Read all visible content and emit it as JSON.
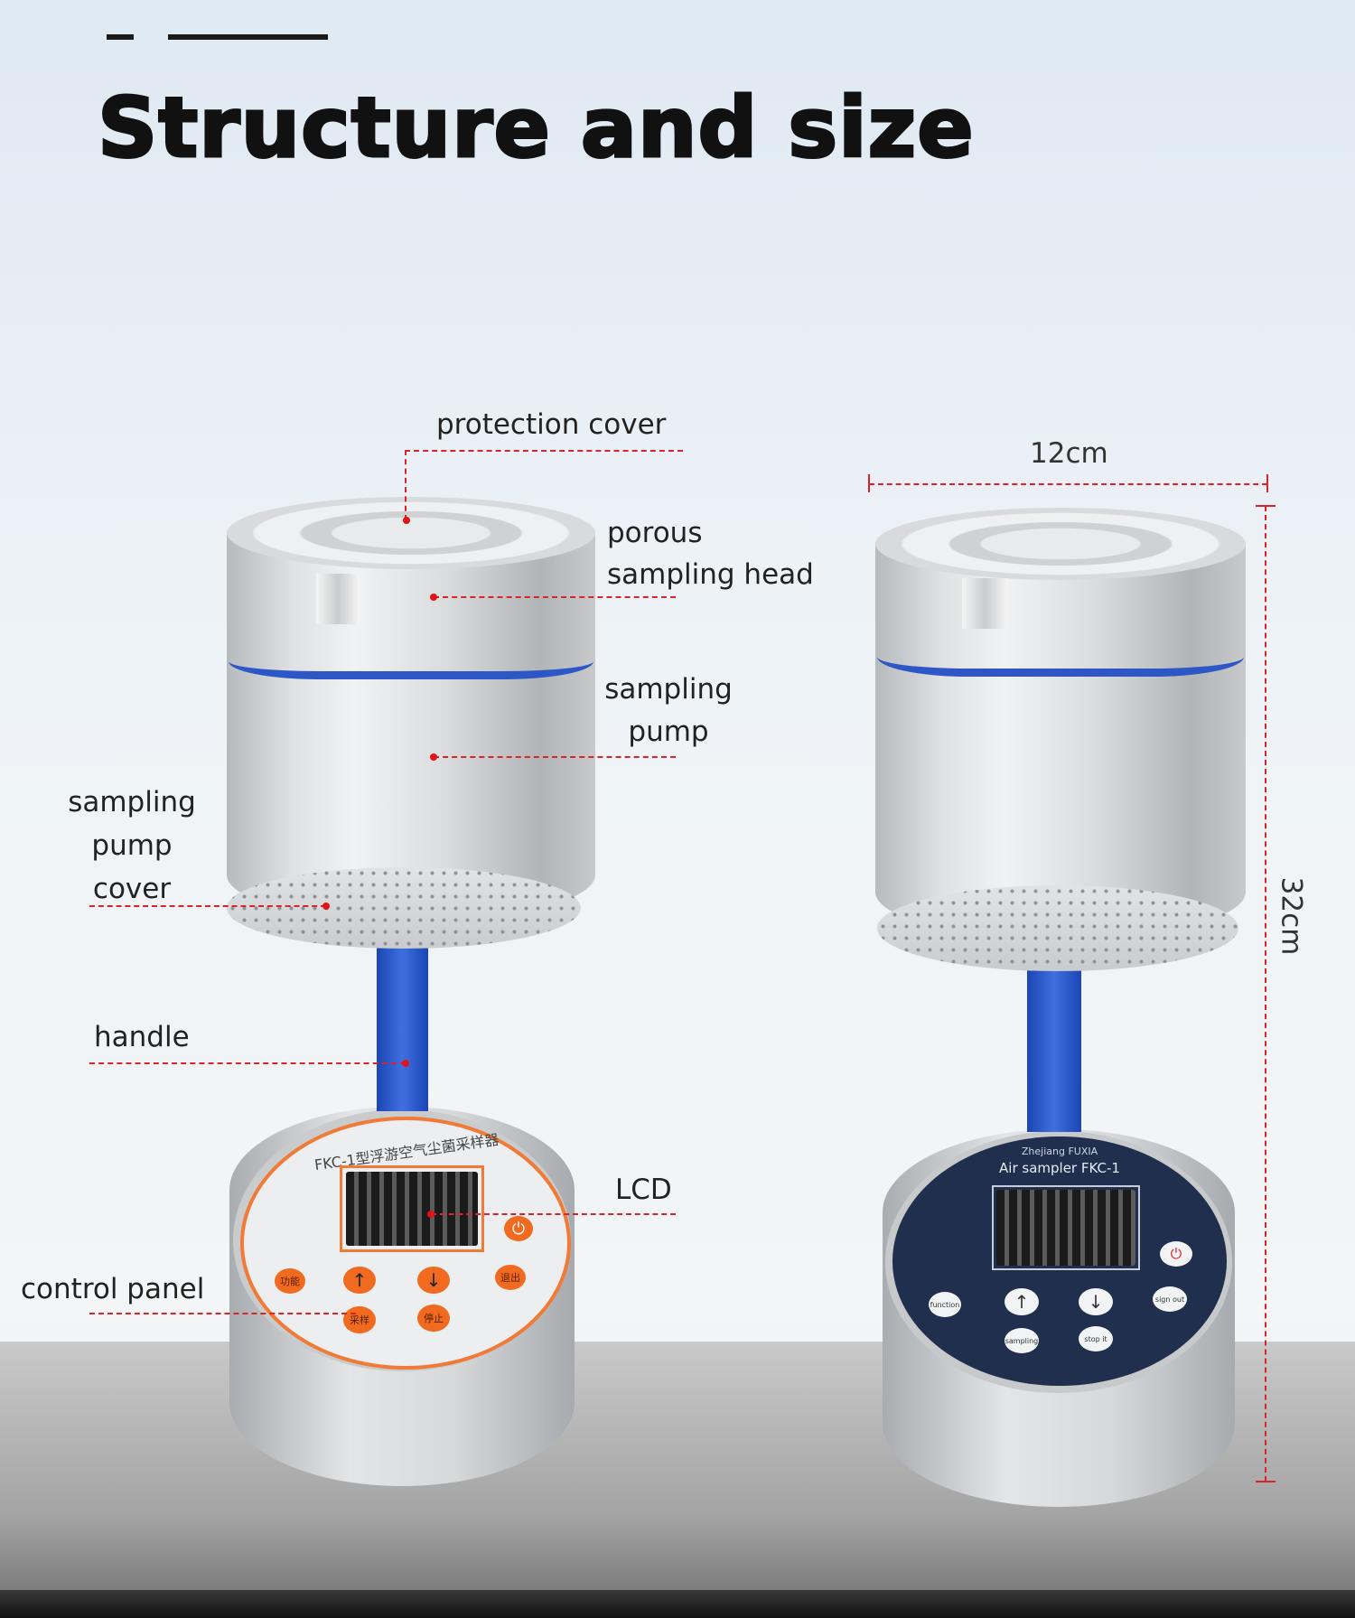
{
  "title": "Structure and size",
  "labels": {
    "protection_cover": "protection cover",
    "porous_sampling_head": [
      "porous",
      "sampling head"
    ],
    "sampling_pump": [
      "sampling",
      "pump"
    ],
    "sampling_pump_cover": [
      "sampling",
      "pump",
      "cover"
    ],
    "handle": "handle",
    "lcd": "LCD",
    "control_panel": "control panel"
  },
  "dimensions": {
    "width": "12cm",
    "height": "32cm"
  },
  "left_device": {
    "panel_text": "FKC-1型浮游空气尘菌采样器",
    "buttons": [
      "功能",
      "↑",
      "↓",
      "退出",
      "采样",
      "停止"
    ]
  },
  "right_device": {
    "brand": "Zhejiang FUXIA",
    "model": "Air sampler FKC-1",
    "buttons": [
      "function",
      "↑",
      "↓",
      "sign out",
      "sampling",
      "stop it"
    ]
  },
  "colors": {
    "accent_blue": "#2d57c6",
    "leader_red": "#d9252a",
    "panel_orange": "#f06a1f",
    "panel_navy": "#1f2f4d"
  }
}
